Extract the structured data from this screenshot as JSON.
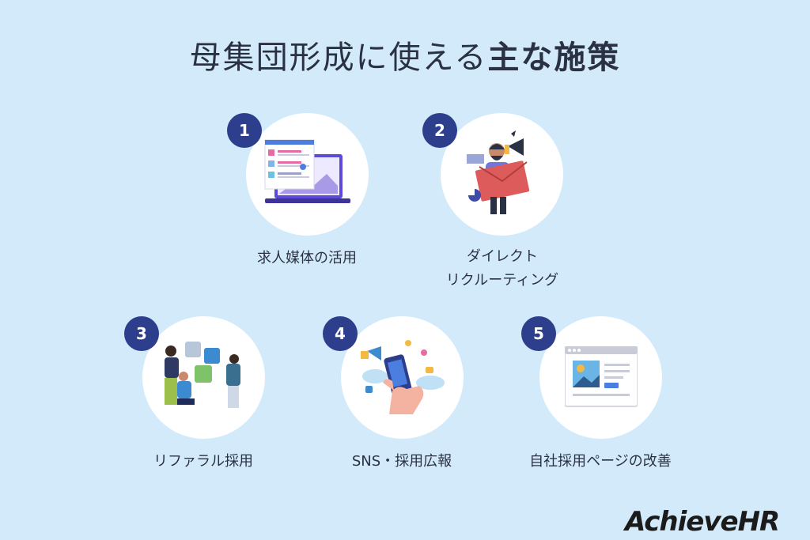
{
  "title": {
    "regular": "母集団形成に使える",
    "bold": "主な施策"
  },
  "items": [
    {
      "number": "1",
      "label": "求人媒体の活用",
      "icon": "laptop-job-board-icon"
    },
    {
      "number": "2",
      "label_line1": "ダイレクト",
      "label_line2": "リクルーティング",
      "icon": "megaphone-mail-person-icon"
    },
    {
      "number": "3",
      "label": "リファラル採用",
      "icon": "puzzle-team-icon"
    },
    {
      "number": "4",
      "label": "SNS・採用広報",
      "icon": "smartphone-social-icon"
    },
    {
      "number": "5",
      "label": "自社採用ページの改善",
      "icon": "webpage-window-icon"
    }
  ],
  "logo": {
    "text": "AchieveHR"
  },
  "colors": {
    "background": "#d3eafb",
    "badge": "#2d3e8c",
    "text": "#2b3145"
  }
}
